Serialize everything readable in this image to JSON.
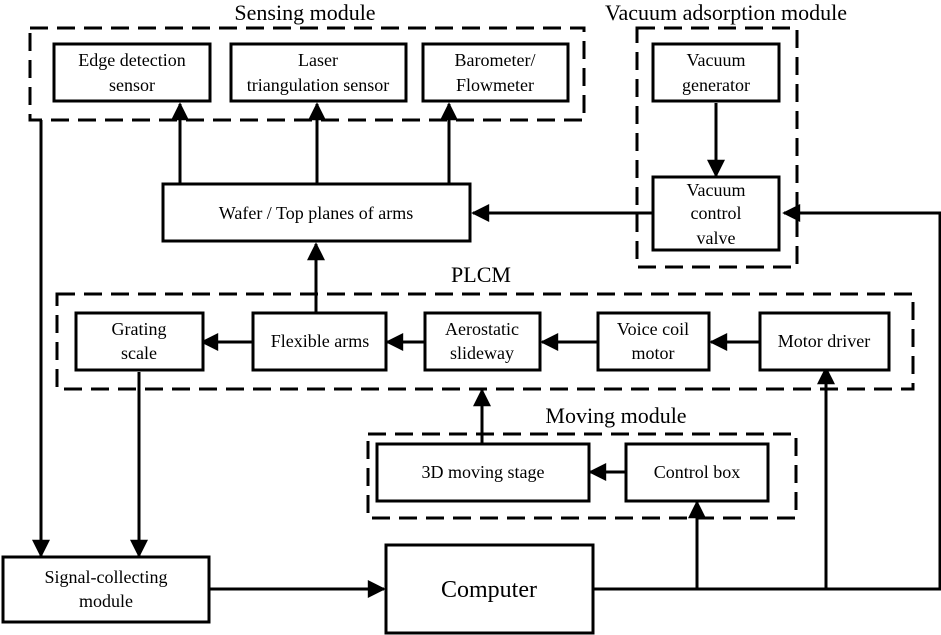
{
  "groups": {
    "sensing": "Sensing module",
    "vacuum": "Vacuum adsorption module",
    "plcm": "PLCM",
    "moving": "Moving module"
  },
  "blocks": {
    "edge": [
      "Edge detection",
      "sensor"
    ],
    "laser": [
      "Laser",
      "triangulation sensor"
    ],
    "baro": [
      "Barometer/",
      "Flowmeter"
    ],
    "vgen": [
      "Vacuum",
      "generator"
    ],
    "vvalve": [
      "Vacuum",
      "control",
      "valve"
    ],
    "wafer": [
      "Wafer / Top planes of arms"
    ],
    "grating": [
      "Grating",
      "scale"
    ],
    "flex": [
      "Flexible arms"
    ],
    "aero": [
      "Aerostatic",
      "slideway"
    ],
    "vcm": [
      "Voice coil",
      "motor"
    ],
    "driver": [
      "Motor driver"
    ],
    "stage": [
      "3D moving stage"
    ],
    "ctrl": [
      "Control box"
    ],
    "signal": [
      "Signal-collecting",
      "module"
    ],
    "computer": [
      "Computer"
    ]
  }
}
